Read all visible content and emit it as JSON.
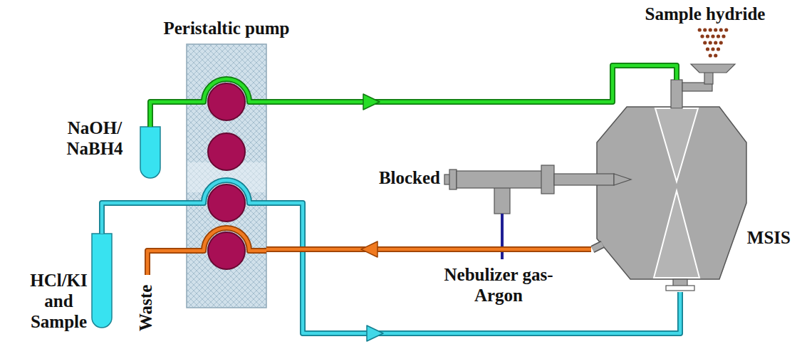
{
  "diagram": {
    "nodes": [
      {
        "text": [
          "Peristaltic pump"
        ]
      },
      {
        "text": [
          "MSIS"
        ]
      }
    ],
    "edges": [
      {
        "from": 0,
        "to": 1,
        "arrow": "to"
      },
      {
        "from": 0,
        "to": 1,
        "arrow": "to"
      },
      {
        "from": 1,
        "to": 0,
        "arrow": "to"
      }
    ],
    "labels": [
      "Sample hydride",
      "NaOH/ NaBH4",
      "Blocked",
      "HCl/KI and Sample",
      "Waste",
      "Nebulizer gas- Argon"
    ]
  }
}
